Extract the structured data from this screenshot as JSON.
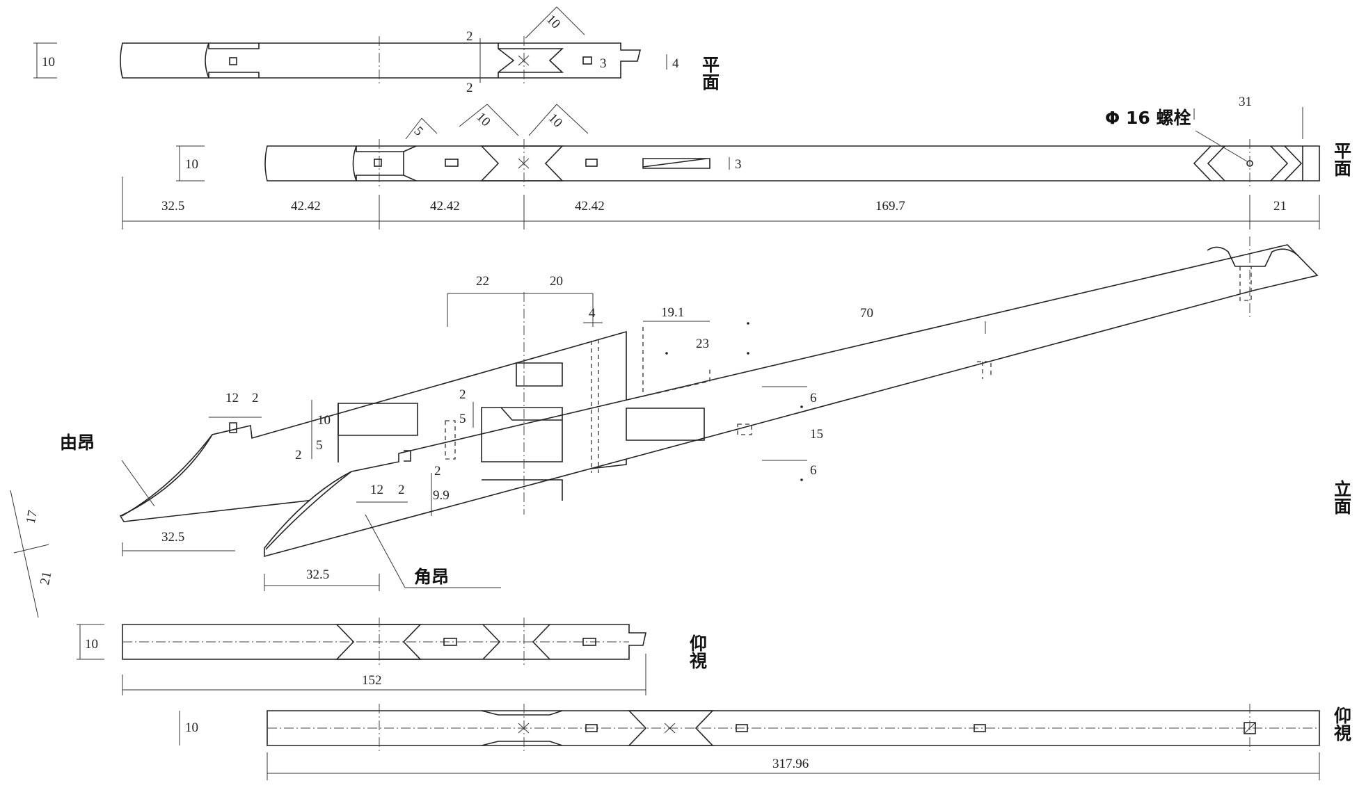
{
  "views": {
    "plan_label": "平面",
    "elevation_label": "立面",
    "bottom_label": "仰視"
  },
  "labels": {
    "bolt": "Φ 16 螺栓",
    "youang": "由昂",
    "jiaoang": "角昂"
  },
  "dims": {
    "p1_h": "10",
    "p1_2a": "2",
    "p1_2b": "2",
    "p1_10": "10",
    "p1_3": "3",
    "p1_4": "4",
    "p2_h": "10",
    "p2_5": "5",
    "p2_10a": "10",
    "p2_10b": "10",
    "p2_3": "3",
    "p2_31": "31",
    "p2_a": "32.5",
    "p2_b": "42.42",
    "p2_c": "42.42",
    "p2_d": "42.42",
    "p2_e": "169.7",
    "p2_f": "21",
    "e_22": "22",
    "e_20": "20",
    "e_4": "4",
    "e_19": "19.1",
    "e_70": "70",
    "e_23": "23",
    "e_12a": "12",
    "e_2a": "2",
    "e_10": "10",
    "e_5a": "5",
    "e_2b": "2",
    "e_2c": "2",
    "e_5b": "5",
    "e_2d": "2",
    "e_12b": "12",
    "e_2e": "2",
    "e_99": "9.9",
    "e_6a": "6",
    "e_15": "15",
    "e_6b": "6",
    "e_17": "17",
    "e_21": "21",
    "e_325a": "32.5",
    "e_325b": "32.5",
    "b1_h": "10",
    "b1_len": "152",
    "b2_h": "10",
    "b2_len": "317.96"
  }
}
